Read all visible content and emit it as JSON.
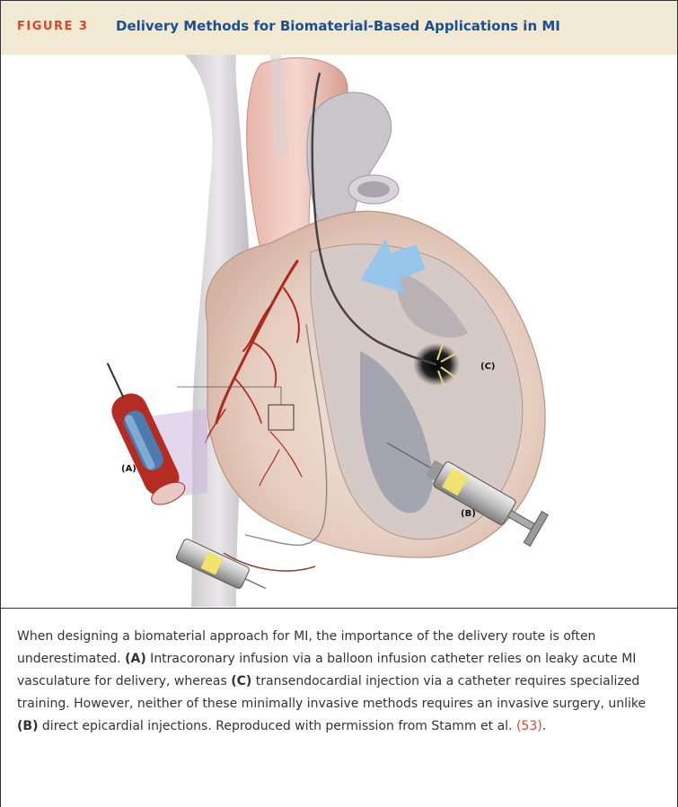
{
  "figure": {
    "label": "FIGURE 3",
    "title": "Delivery Methods for Biomaterial-Based Applications in MI"
  },
  "illustration": {
    "labels": {
      "a": "(A)",
      "b": "(B)",
      "c": "(C)"
    }
  },
  "caption": {
    "intro": "When designing a biomaterial approach for MI, the importance of the delivery route is often underestimated. ",
    "a_marker": "(A)",
    "a_text": " Intracoronary infusion via a balloon infusion catheter relies on leaky acute MI vasculature for delivery, whereas ",
    "c_marker": "(C)",
    "c_text": " transendocardial injection via a catheter requires specialized training. However, neither of these minimally invasive methods requires an invasive surgery, unlike ",
    "b_marker": "(B)",
    "b_text": " direct epicardial injections. Reproduced with permission from Stamm et al. ",
    "ref": "(53)",
    "end": "."
  }
}
